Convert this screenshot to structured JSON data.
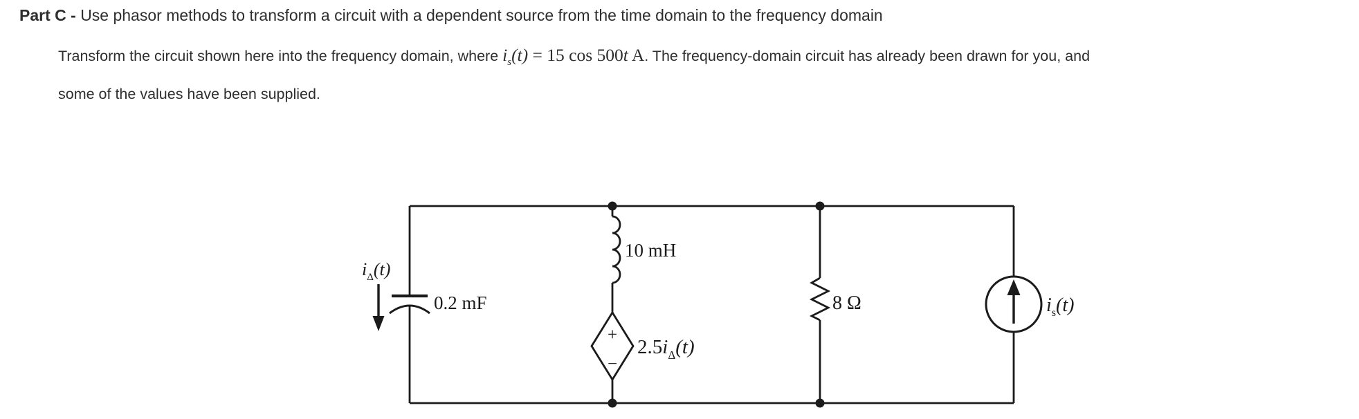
{
  "header": {
    "part_label": "Part C - ",
    "title": "Use phasor methods to transform a circuit with a dependent source from the time domain to the frequency domain"
  },
  "problem": {
    "intro": "Transform the circuit shown here into the frequency domain, where ",
    "math": {
      "var": "i",
      "sub": "s",
      "paren": "(t)",
      "rhs": " = 15 cos 500",
      "tvar": "t",
      "unit": " A"
    },
    "outro": ". The frequency-domain circuit has already been drawn for you, and",
    "line2": "some of the values have been supplied."
  },
  "circuit": {
    "capacitor": {
      "value": "0.2 mF",
      "current": {
        "var": "i",
        "sub": "Δ",
        "paren": "(t)"
      }
    },
    "inductor": {
      "value": "10 mH"
    },
    "dependent_source": {
      "coefficient": "2.5",
      "var": "i",
      "sub": "Δ",
      "paren": "(t)",
      "plus": "+",
      "minus": "−"
    },
    "resistor": {
      "value": "8 Ω"
    },
    "current_source": {
      "var": "i",
      "sub": "s",
      "paren": "(t)"
    }
  },
  "colors": {
    "ink": "#1b1b1b",
    "text": "#2e2e2e"
  }
}
